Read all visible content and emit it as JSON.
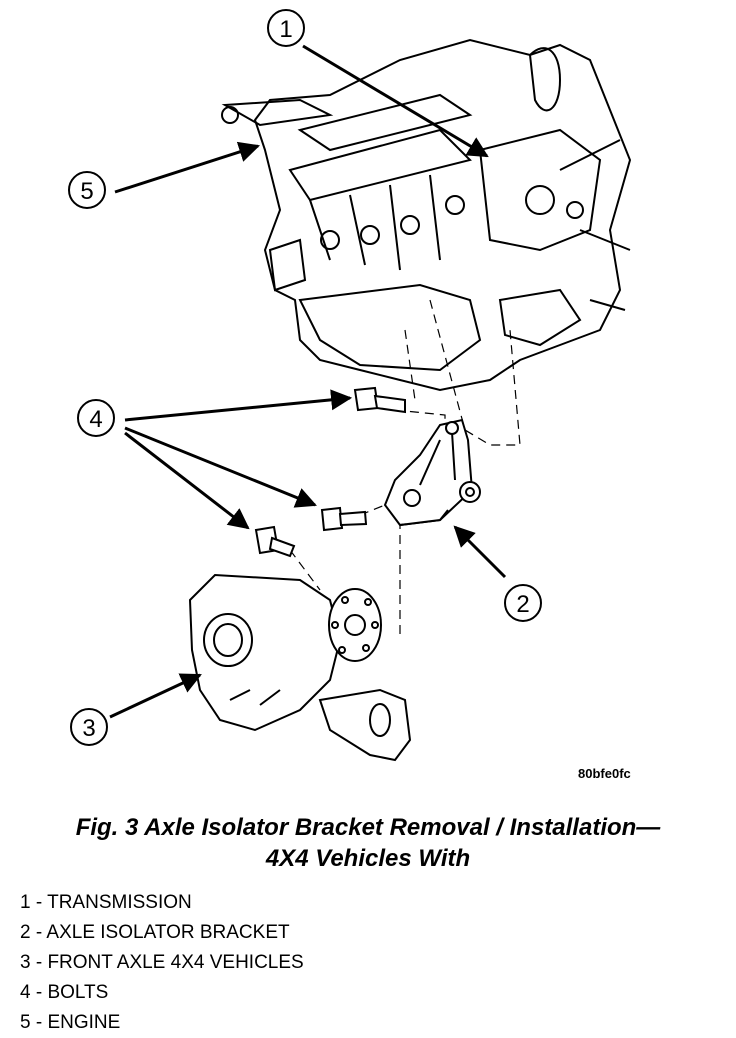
{
  "callouts": [
    {
      "number": "1"
    },
    {
      "number": "2"
    },
    {
      "number": "3"
    },
    {
      "number": "4"
    },
    {
      "number": "5"
    }
  ],
  "figure_code": "80bfe0fc",
  "caption": {
    "line1": "Fig. 3 Axle Isolator Bracket Removal / Installation—",
    "line2": "4X4 Vehicles With"
  },
  "legend": [
    {
      "text": "1 - TRANSMISSION"
    },
    {
      "text": "2 - AXLE ISOLATOR BRACKET"
    },
    {
      "text": "3 - FRONT AXLE 4X4 VEHICLES"
    },
    {
      "text": "4 - BOLTS"
    },
    {
      "text": "5 - ENGINE"
    }
  ]
}
